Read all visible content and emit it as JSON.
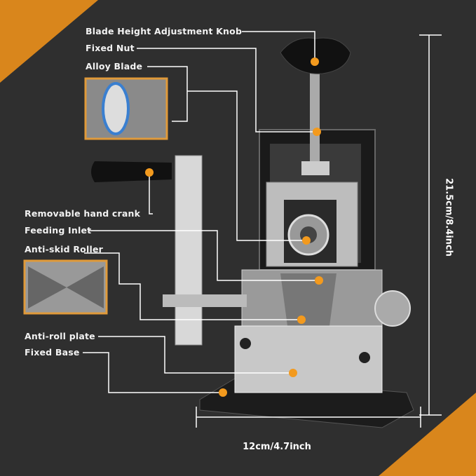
{
  "labels": {
    "knob": "Blade Height Adjustment Knob",
    "nut": "Fixed Nut",
    "blade": "Alloy Blade",
    "crank": "Removable hand crank",
    "inlet": "Feeding Inlet",
    "roller": "Anti-skid Roller",
    "plate": "Anti-roll plate",
    "base": "Fixed Base"
  },
  "dimensions": {
    "height": "21.5cm/8.4inch",
    "width": "12cm/4.7inch"
  },
  "colors": {
    "background": "#2f2f2f",
    "accent": "#d9861c",
    "dot": "#f39a1e"
  }
}
